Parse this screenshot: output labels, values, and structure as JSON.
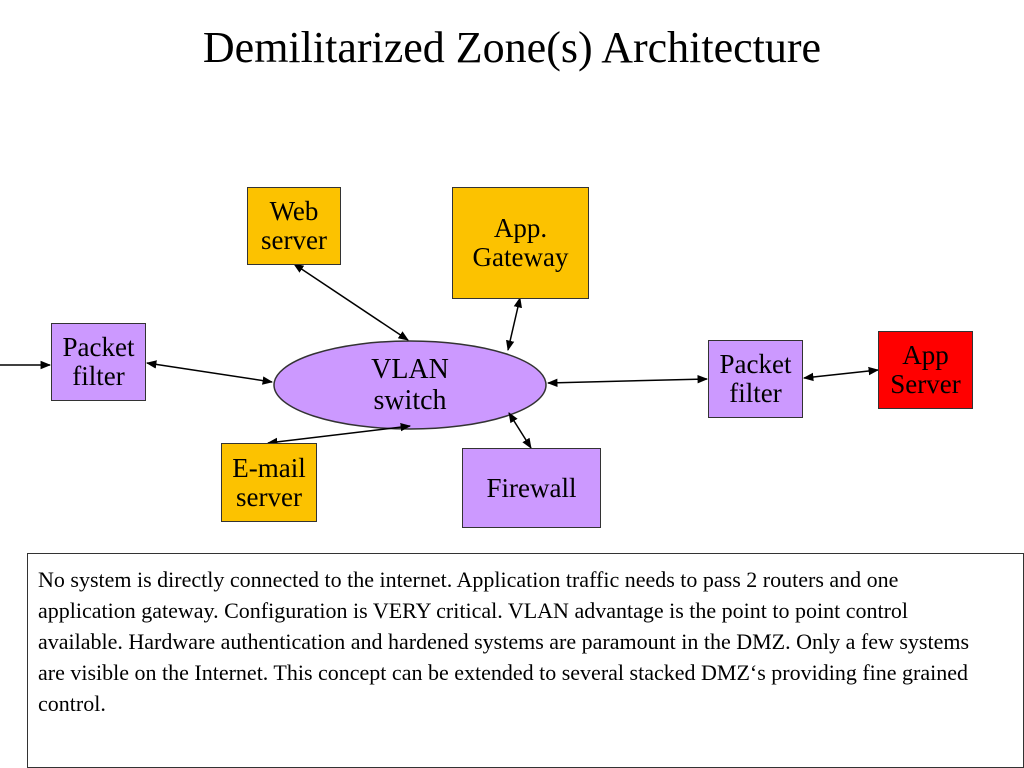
{
  "title": "Demilitarized Zone(s) Architecture",
  "nodes": {
    "web_server": {
      "lines": [
        "Web",
        "server"
      ]
    },
    "app_gateway": {
      "lines": [
        "App.",
        "Gateway"
      ]
    },
    "packet_filter_left": {
      "lines": [
        "Packet",
        "filter"
      ]
    },
    "vlan_switch": {
      "lines": [
        "VLAN",
        "switch"
      ]
    },
    "packet_filter_right": {
      "lines": [
        "Packet",
        "filter"
      ]
    },
    "app_server": {
      "lines": [
        "App",
        "Server"
      ]
    },
    "email_server": {
      "lines": [
        "E-mail",
        "server"
      ]
    },
    "firewall": {
      "lines": [
        "Firewall"
      ]
    }
  },
  "colors": {
    "server_fill": "#fcc200",
    "device_fill": "#cc99ff",
    "app_server_fill": "#ff0000"
  },
  "description": "No system is directly connected to the internet. Application traffic needs to pass 2 routers and one application gateway. Configuration is VERY critical. VLAN advantage is the point to point control available. Hardware authentication and hardened systems are paramount in the DMZ. Only a few systems are visible on the Internet. This concept can be extended to several stacked DMZ‘s providing fine grained control."
}
